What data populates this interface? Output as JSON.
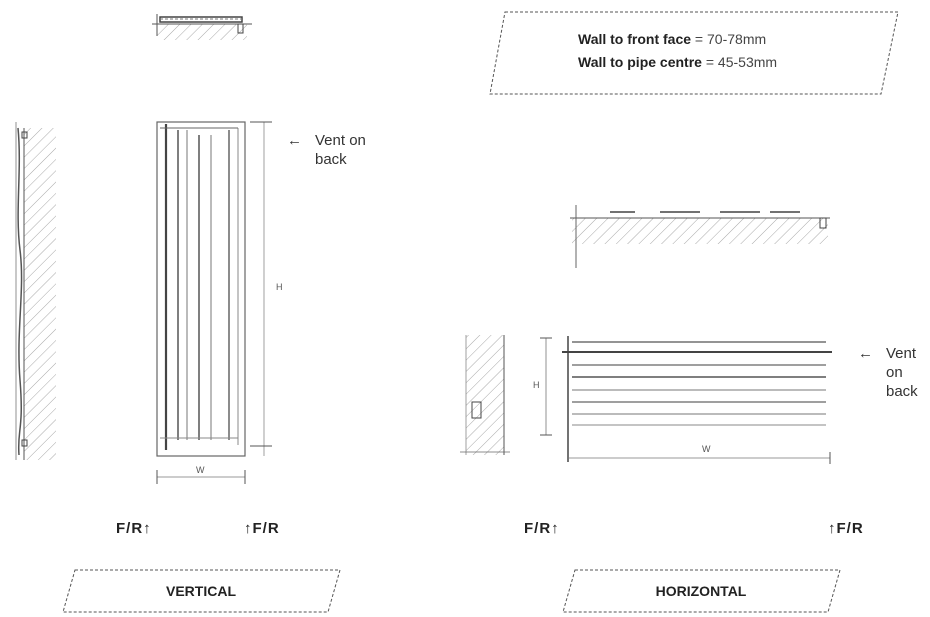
{
  "spec_box": {
    "line1_key": "Wall to front face",
    "line1_sep": " = ",
    "line1_value": "70-78mm",
    "line2_key": "Wall to pipe centre",
    "line2_sep": " = ",
    "line2_value": "45-53mm"
  },
  "vertical": {
    "caption": "VERTICAL",
    "vent_arrow": "←",
    "vent_text": "Vent on back",
    "height_dim": "H",
    "width_dim": "W",
    "flow_left": "F/R↑",
    "flow_right": "↑F/R"
  },
  "horizontal": {
    "caption": "HORIZONTAL",
    "vent_arrow": "←",
    "vent_text": "Vent on back",
    "height_dim": "H",
    "width_dim": "W",
    "flow_left": "F/R↑",
    "flow_right": "↑F/R"
  },
  "colors": {
    "line": "#444444",
    "hatch": "#9a9a9a",
    "box_border": "#555555"
  }
}
